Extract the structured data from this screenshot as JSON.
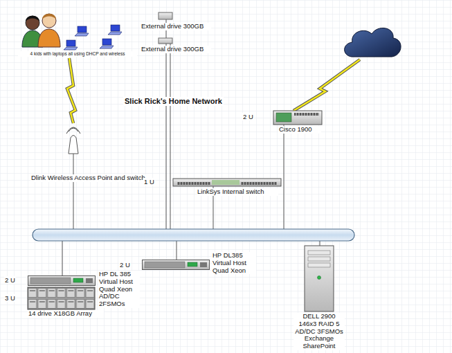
{
  "diagram": {
    "title": "Slick Rick's Home Network",
    "nodes": [
      {
        "text": [
          "External drive 300GB"
        ]
      },
      {
        "text": [
          "External drive 300GB"
        ]
      },
      {
        "text": [
          "4 kids with laptops all using DHCP and wireless"
        ]
      },
      {
        "text": [
          "Cisco 1900"
        ]
      },
      {
        "text": [
          "Dlink Wireless Access Point and switch"
        ]
      },
      {
        "text": [
          "LinkSys Internal switch"
        ]
      },
      {
        "text": [
          "HP DL385 Virtual Host Quad Xeon"
        ]
      },
      {
        "text": [
          "HP DL 385 Virtual Host Quad Xeon AD/DC 2FSMOs"
        ]
      },
      {
        "text": [
          "14 drive X18GB Array"
        ]
      },
      {
        "text": [
          "DELL 2900 146x3 RAID 5 AD/DC 3FSMOs Exchange SharePoint"
        ]
      }
    ],
    "edges": [
      {
        "from": 2,
        "to": 4,
        "arrow": "none"
      }
    ],
    "labels": [
      "2 U",
      "1 U",
      "2 U",
      "2 U",
      "3 U"
    ]
  }
}
